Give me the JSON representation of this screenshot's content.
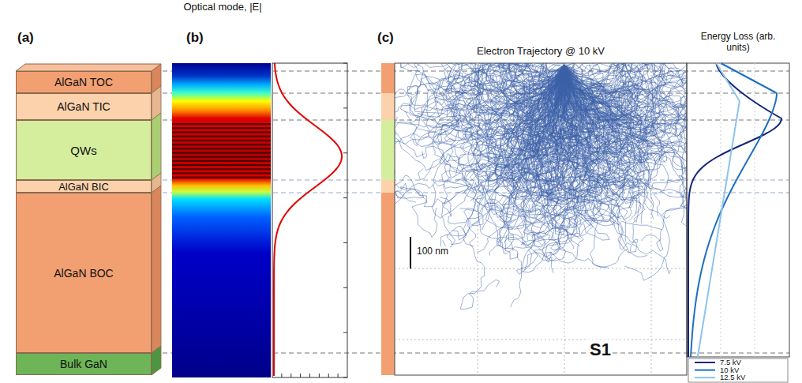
{
  "diagram": {
    "nodes": [
      {
        "text": [
          "AlGaN TOC"
        ]
      },
      {
        "text": [
          "AlGaN TIC"
        ]
      },
      {
        "text": [
          "QWs"
        ]
      },
      {
        "text": [
          "AlGaN BIC"
        ]
      },
      {
        "text": [
          "AlGaN BOC"
        ]
      },
      {
        "text": [
          "Bulk GaN"
        ]
      }
    ],
    "edges": [],
    "labels": [
      "(a)",
      "(b)",
      "Optical mode, |E|",
      "(c)",
      "Electron Trajectory @ 10 kV",
      "Energy Loss (arb. units)",
      "100 nm",
      "S1"
    ],
    "legend": [
      {
        "text": "7.5 kV"
      },
      {
        "text": "10 kV"
      },
      {
        "text": "12.5 kV"
      }
    ]
  }
}
